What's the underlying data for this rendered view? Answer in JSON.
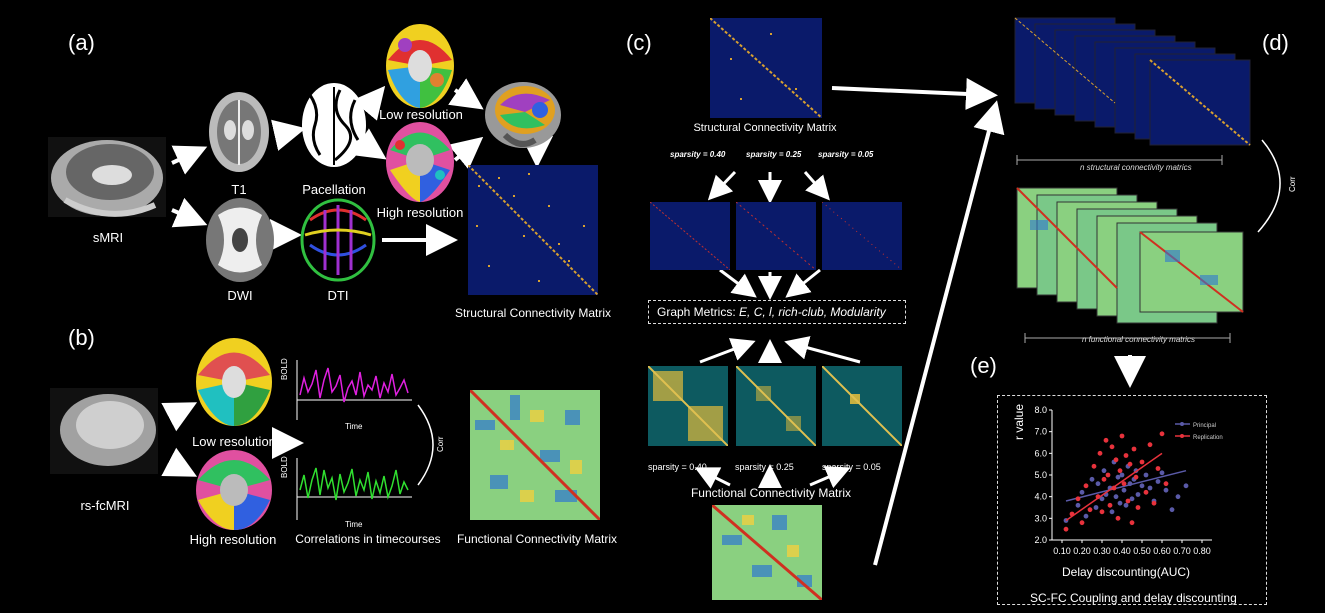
{
  "panels": {
    "a": "(a)",
    "b": "(b)",
    "c": "(c)",
    "d": "(d)",
    "e": "(e)"
  },
  "a": {
    "smri": "sMRI",
    "t1": "T1",
    "pacellation": "Pacellation",
    "low_res": "Low resolution",
    "high_res": "High resolution",
    "dwi": "DWI",
    "dti": "DTI",
    "sc_matrix": "Structural Connectivity Matrix"
  },
  "b": {
    "rsfc": "rs-fcMRI",
    "low_res": "Low resolution",
    "high_res": "High resolution",
    "bold": "BOLD",
    "time": "Time",
    "corr": "Corr",
    "corr_timecourses": "Correlations in timecourses",
    "fc_matrix": "Functional Connectivity Matrix"
  },
  "c": {
    "sc_matrix": "Structural Connectivity Matrix",
    "sparsity_040": "sparsity = 0.40",
    "sparsity_025": "sparsity = 0.25",
    "sparsity_005": "sparsity = 0.05",
    "graph_metrics_prefix": "Graph Metrics: ",
    "graph_metrics_items": "E, C, l, rich-club, Modularity",
    "fc_matrix": "Functional Connectivity Matrix"
  },
  "d": {
    "n_sc": "n structural connectivity matrics",
    "n_fc": "n functional connectivity matrics",
    "corr": "Corr"
  },
  "e": {
    "title": "SC-FC Coupling and delay discounting",
    "legend_principal": "Principal",
    "legend_replication": "Replication"
  },
  "colors": {
    "principal": "#5a5aa8",
    "replication": "#e8323c",
    "sc_matrix": "#0a1a6a",
    "fc_matrix_green": "#0d5a60"
  },
  "chart_data": {
    "type": "scatter",
    "xlabel": "Delay discounting(AUC)",
    "ylabel": "r value",
    "xlim": [
      0.05,
      0.85
    ],
    "ylim": [
      2.0,
      8.0
    ],
    "x_ticks": [
      "0.10",
      "0.20",
      "0.30",
      "0.40",
      "0.50",
      "0.60",
      "0.70",
      "0.80"
    ],
    "y_ticks": [
      "2.0",
      "3.0",
      "4.0",
      "5.0",
      "6.0",
      "7.0",
      "8.0"
    ],
    "legend": "top-right",
    "series": [
      {
        "name": "Principal",
        "color": "#5a5aa8",
        "points": [
          [
            0.12,
            2.9
          ],
          [
            0.18,
            3.6
          ],
          [
            0.2,
            4.2
          ],
          [
            0.22,
            3.1
          ],
          [
            0.25,
            4.8
          ],
          [
            0.27,
            3.5
          ],
          [
            0.28,
            4.6
          ],
          [
            0.3,
            3.9
          ],
          [
            0.31,
            5.2
          ],
          [
            0.32,
            4.1
          ],
          [
            0.34,
            4.4
          ],
          [
            0.35,
            3.3
          ],
          [
            0.36,
            5.6
          ],
          [
            0.37,
            4.0
          ],
          [
            0.38,
            4.9
          ],
          [
            0.39,
            3.7
          ],
          [
            0.4,
            5.0
          ],
          [
            0.41,
            4.3
          ],
          [
            0.42,
            3.6
          ],
          [
            0.43,
            5.4
          ],
          [
            0.44,
            4.6
          ],
          [
            0.45,
            3.9
          ],
          [
            0.46,
            4.8
          ],
          [
            0.47,
            5.2
          ],
          [
            0.48,
            4.1
          ],
          [
            0.5,
            4.5
          ],
          [
            0.52,
            5.0
          ],
          [
            0.54,
            4.4
          ],
          [
            0.56,
            3.8
          ],
          [
            0.58,
            4.7
          ],
          [
            0.6,
            5.1
          ],
          [
            0.62,
            4.3
          ],
          [
            0.65,
            3.4
          ],
          [
            0.68,
            4.0
          ],
          [
            0.72,
            4.5
          ]
        ],
        "trend": [
          [
            0.12,
            3.8
          ],
          [
            0.72,
            5.2
          ]
        ]
      },
      {
        "name": "Replication",
        "color": "#e8323c",
        "points": [
          [
            0.12,
            2.5
          ],
          [
            0.15,
            3.2
          ],
          [
            0.18,
            3.9
          ],
          [
            0.2,
            2.8
          ],
          [
            0.22,
            4.5
          ],
          [
            0.24,
            3.4
          ],
          [
            0.26,
            5.4
          ],
          [
            0.28,
            4.0
          ],
          [
            0.29,
            6.0
          ],
          [
            0.3,
            3.3
          ],
          [
            0.31,
            4.8
          ],
          [
            0.32,
            6.6
          ],
          [
            0.33,
            5.0
          ],
          [
            0.34,
            3.6
          ],
          [
            0.35,
            6.3
          ],
          [
            0.36,
            4.4
          ],
          [
            0.37,
            5.7
          ],
          [
            0.38,
            3.0
          ],
          [
            0.39,
            5.2
          ],
          [
            0.4,
            6.8
          ],
          [
            0.41,
            4.6
          ],
          [
            0.42,
            5.9
          ],
          [
            0.43,
            3.8
          ],
          [
            0.44,
            5.5
          ],
          [
            0.45,
            2.8
          ],
          [
            0.46,
            6.2
          ],
          [
            0.47,
            4.9
          ],
          [
            0.48,
            3.5
          ],
          [
            0.5,
            5.6
          ],
          [
            0.52,
            4.2
          ],
          [
            0.54,
            6.4
          ],
          [
            0.56,
            3.7
          ],
          [
            0.58,
            5.3
          ],
          [
            0.6,
            6.9
          ],
          [
            0.62,
            4.6
          ]
        ],
        "trend": [
          [
            0.12,
            2.9
          ],
          [
            0.6,
            6.0
          ]
        ]
      }
    ]
  }
}
